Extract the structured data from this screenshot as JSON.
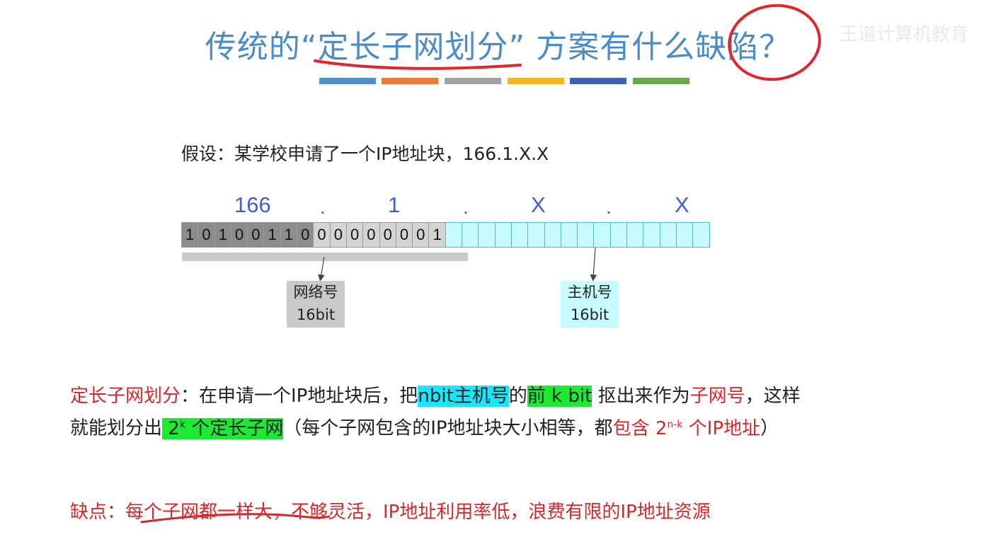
{
  "title": {
    "prefix": "传统的“",
    "highlight": "定长子网划分",
    "middle": "”  方案有什么",
    "circled": "缺陷",
    "suffix": "？"
  },
  "watermark": "王道计算机教育",
  "accent_bars": [
    "#4f8fce",
    "#e87a3a",
    "#a0a0a0",
    "#f5b51f",
    "#3f62b5",
    "#6aa84f"
  ],
  "assumption": "假设：某学校申请了一个IP地址块，166.1.X.X",
  "octets": [
    "166",
    "1",
    "X",
    "X"
  ],
  "dots": [
    ".",
    ".",
    "."
  ],
  "bits": [
    "1",
    "0",
    "1",
    "0",
    "0",
    "1",
    "1",
    "0",
    "0",
    "0",
    "0",
    "0",
    "0",
    "0",
    "0",
    "1",
    "",
    "",
    "",
    "",
    "",
    "",
    "",
    "",
    "",
    "",
    "",
    "",
    "",
    "",
    "",
    ""
  ],
  "network_label": {
    "name": "网络号",
    "bits": "16bit"
  },
  "host_label": {
    "name": "主机号",
    "bits": "16bit"
  },
  "definition": {
    "term": "定长子网划分",
    "t1": "：在申请一个IP地址块后，把",
    "hl_host": "nbit主机号",
    "t2": "的",
    "hl_front": "前 k bit",
    "t3": " 抠出来作为",
    "subnet_no": "子网号",
    "t4": "，这样",
    "t5": "就能划分出",
    "hl_count_base": "2",
    "hl_count_exp": "k",
    "hl_count_rest": " 个定长子网",
    "t6": "（每个子网包含的IP地址块大小相等，都",
    "contains": "包含 2",
    "contains_exp": "n-k",
    "contains_rest": " 个IP地址",
    "t7": "）"
  },
  "defect": "缺点：每个子网都一样大，不够灵活，IP地址利用率低，浪费有限的IP地址资源"
}
